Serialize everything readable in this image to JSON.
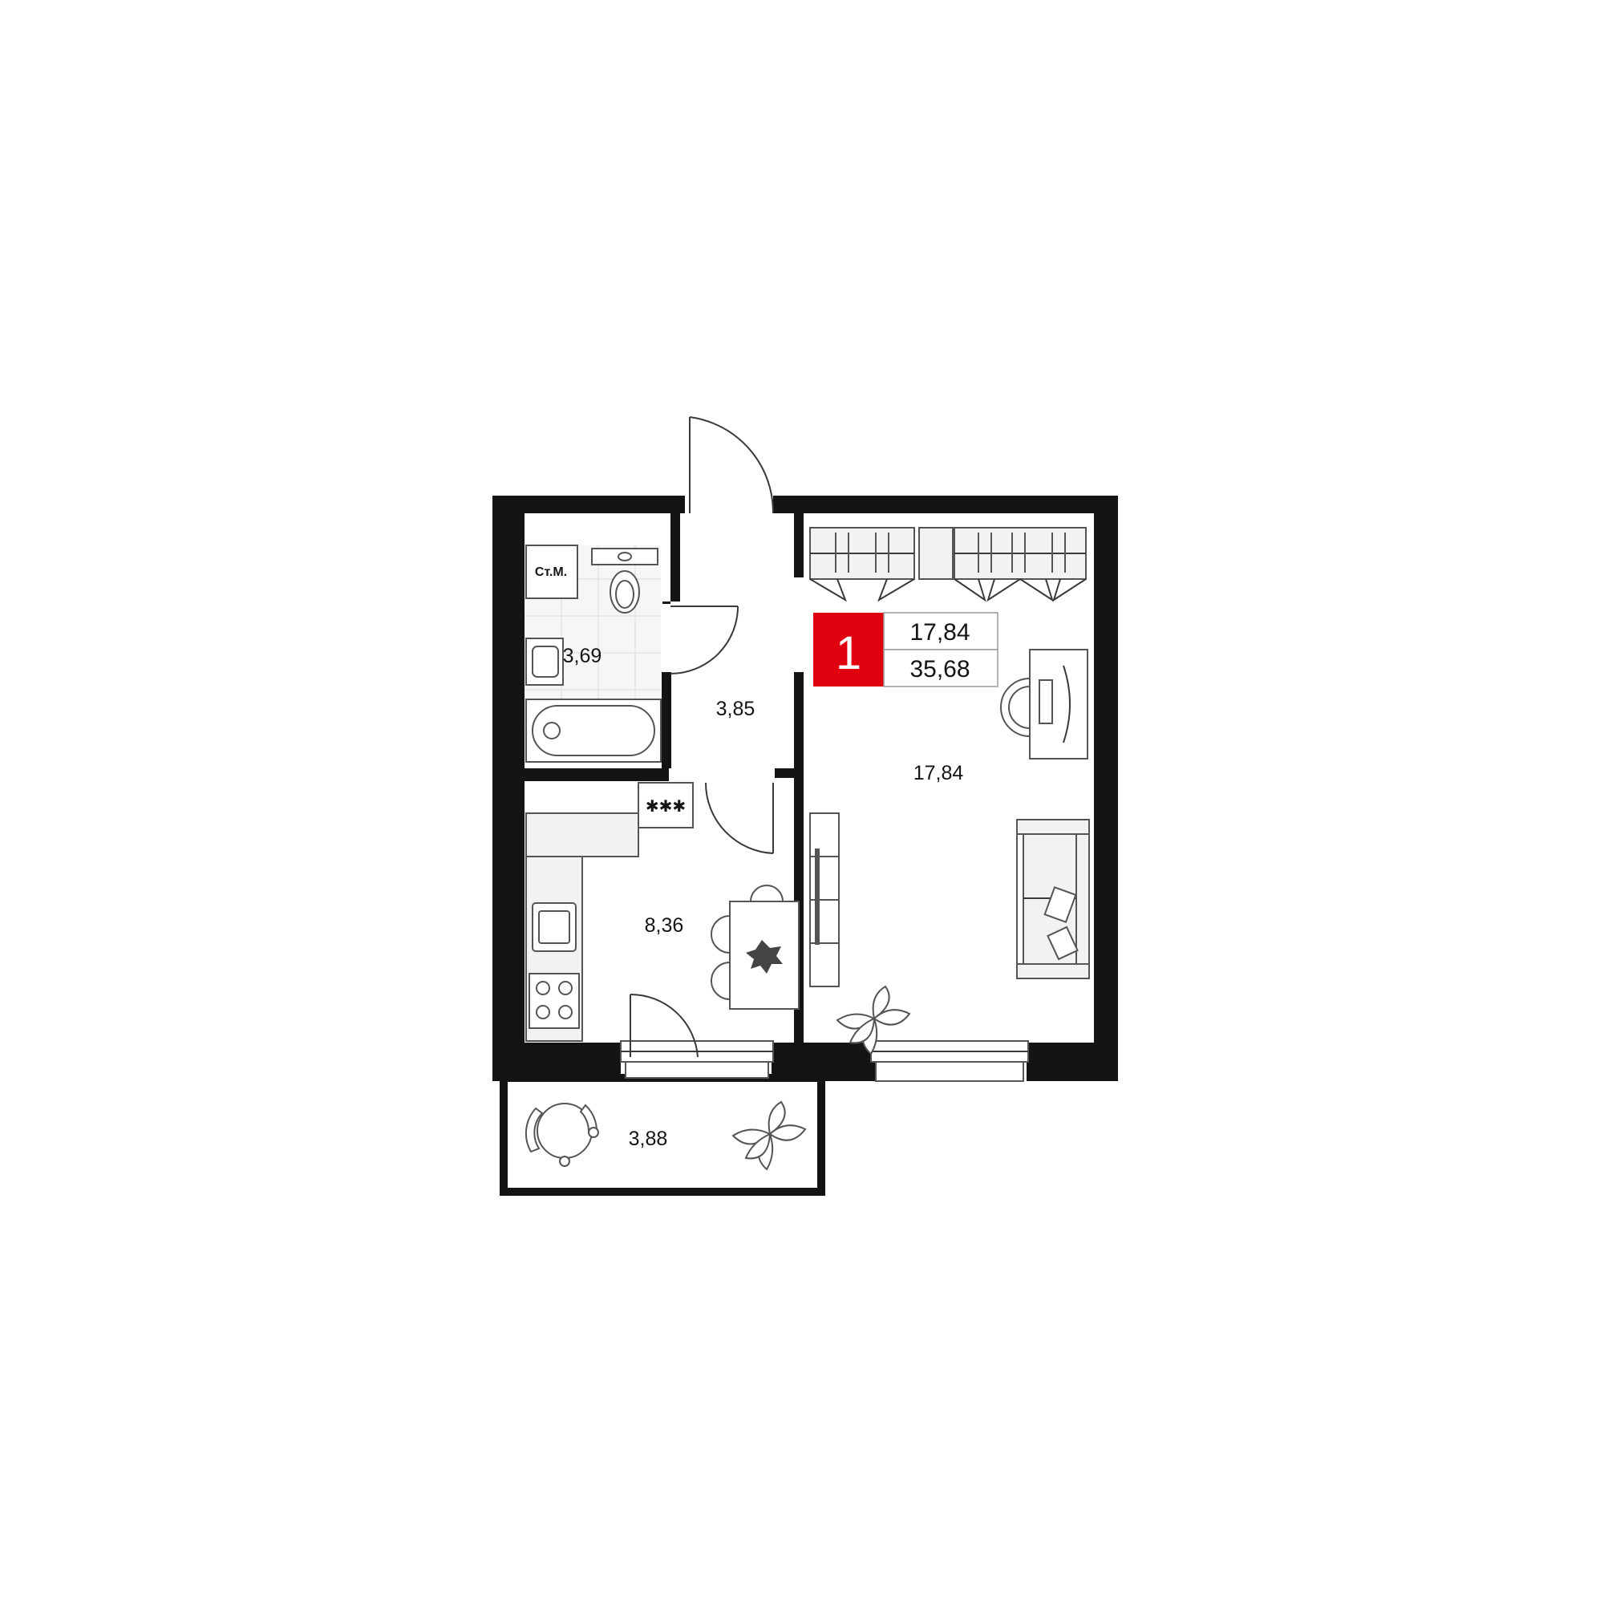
{
  "apartment": {
    "rooms_count": "1",
    "living_area": "17,84",
    "total_area": "35,68",
    "accent_color": "#e0000f"
  },
  "rooms": {
    "bathroom": {
      "area": "3,69",
      "label": "Ст.М."
    },
    "hallway": {
      "area": "3,85"
    },
    "living_room": {
      "area": "17,84"
    },
    "kitchen": {
      "area": "8,36"
    },
    "balcony": {
      "area": "3,88"
    }
  },
  "icons": [
    "wardrobe-icon",
    "toilet-icon",
    "washbasin-icon",
    "bathtub-icon",
    "sink-icon",
    "stove-icon",
    "dining-table-icon",
    "chair-icon",
    "desk-icon",
    "computer-icon",
    "sofa-icon",
    "tv-stand-icon",
    "plant-icon",
    "round-table-icon",
    "door-icon",
    "window-icon"
  ]
}
